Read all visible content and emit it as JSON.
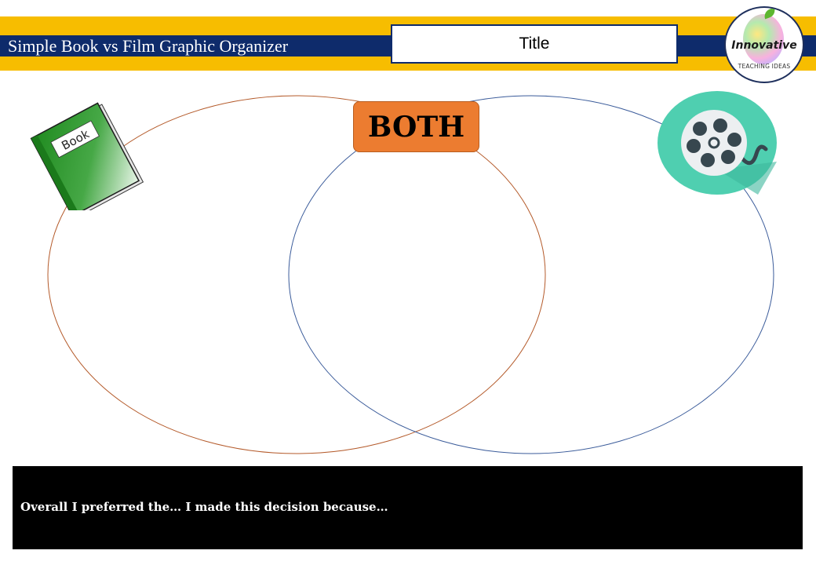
{
  "header": {
    "title": "Simple Book vs Film Graphic Organizer",
    "title_box_label": "Title"
  },
  "logo": {
    "word": "Innovative",
    "sub": "TEACHING IDEAS"
  },
  "venn": {
    "both_label": "BOTH",
    "left_circle_color": "#b45a2a",
    "right_circle_color": "#3a5b9a"
  },
  "book_icon": {
    "label": "Book",
    "color": "#2e9a2e"
  },
  "film_icon": {
    "name": "film-reel-icon",
    "color": "#4fcfb0"
  },
  "footer": {
    "prompt": "Overall I preferred the…  I made this decision because…"
  }
}
